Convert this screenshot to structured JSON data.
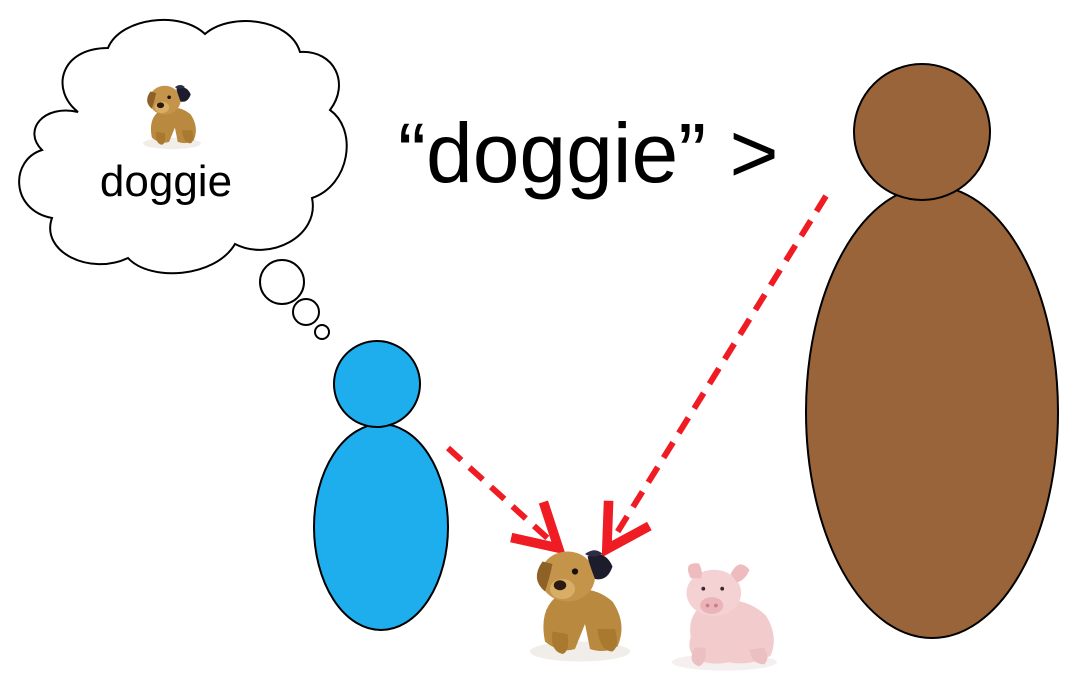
{
  "thought_bubble": {
    "word": "doggie",
    "image": "toy-dog-icon"
  },
  "speech": {
    "utterance": "“doggie” >"
  },
  "people": [
    {
      "role": "child-figure",
      "color": "#1eaeed"
    },
    {
      "role": "adult-figure",
      "color": "#996439"
    }
  ],
  "arrows": {
    "color": "#f01c24",
    "style": "dashed"
  },
  "objects": [
    {
      "name": "toy-dog",
      "icon": "toy-dog-icon"
    },
    {
      "name": "toy-pig",
      "icon": "toy-pig-icon"
    }
  ]
}
